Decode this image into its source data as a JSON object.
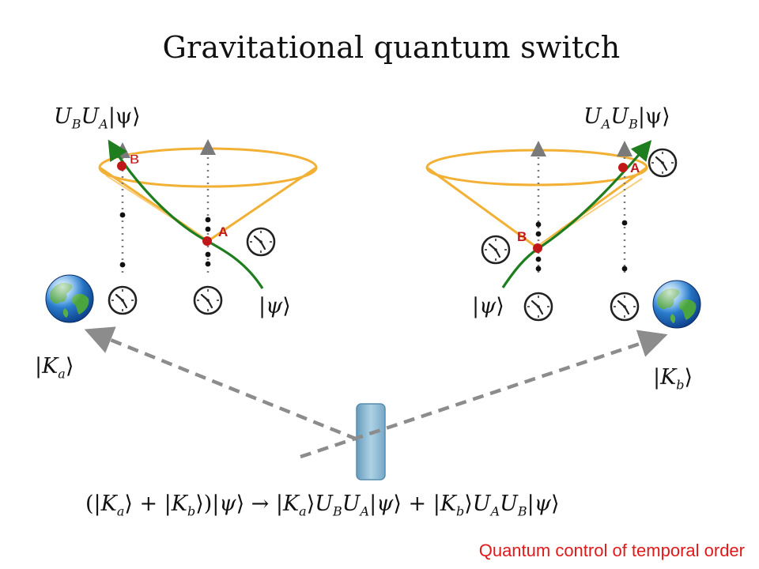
{
  "slide": {
    "title": "Gravitational quantum switch",
    "caption": "Quantum control of temporal order",
    "colors": {
      "cone": "#f2b035",
      "worldline": "#1e7d1e",
      "event": "#c01818",
      "dashed_arrow": "#8c8c8c",
      "beam_splitter": "#7fb2cf",
      "caption": "#e01a1a"
    }
  },
  "left_panel": {
    "output_state": "U_B U_A|ψ⟩",
    "input_state": "|ψ⟩",
    "mass_state": "|K_a⟩",
    "event_top": "B",
    "event_bottom": "A",
    "mass_icon": "earth-globe"
  },
  "right_panel": {
    "output_state": "U_A U_B|ψ⟩",
    "input_state": "|ψ⟩",
    "mass_state": "|K_b⟩",
    "event_top": "A",
    "event_bottom": "B",
    "mass_icon": "earth-globe"
  },
  "formula": "(|K_a⟩ + |K_b⟩)|ψ⟩ → |K_a⟩U_B U_A|ψ⟩ + |K_b⟩U_A U_B|ψ⟩",
  "formula_parts": {
    "lhs": "(|Kₐ⟩ + |K_b⟩)|ψ⟩ → ",
    "rhs": "|Kₐ⟩U_BU_A|ψ⟩ + |K_b⟩U_AU_B|ψ⟩"
  }
}
